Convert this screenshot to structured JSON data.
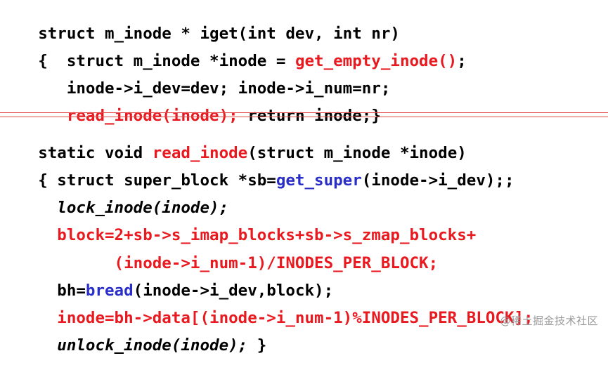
{
  "block1": {
    "line1": "struct m_inode * iget(int dev, int nr)",
    "line2": {
      "pre": "{  struct m_inode *inode = ",
      "call": "get_empty_inode()",
      "post": ";"
    },
    "line3": "   inode->i_dev=dev; inode->i_num=nr;",
    "line4": {
      "indent": "   ",
      "call": "read_inode(inode);",
      "post": " return inode;}"
    }
  },
  "block2": {
    "line1": {
      "pre": "static void ",
      "call": "read_inode",
      "post": "(struct m_inode *inode)"
    },
    "line2": {
      "pre": "{ struct super_block *sb=",
      "call": "get_super",
      "post": "(inode->i_dev);;"
    },
    "line3": "  lock_inode(inode);",
    "line4": "  block=2+sb->s_imap_blocks+sb->s_zmap_blocks+",
    "line5": "        (inode->i_num-1)/INODES_PER_BLOCK;",
    "line6": {
      "pre": "  bh=",
      "call": "bread",
      "post": "(inode->i_dev,block);"
    },
    "line7": "  inode=bh->data[(inode->i_num-1)%INODES_PER_BLOCK];",
    "line8": {
      "call": "  unlock_inode(inode);",
      "post": " }"
    }
  },
  "watermark": "@稀土掘金技术社区",
  "colors": {
    "keyword_red": "#e8191f",
    "function_blue": "#2a2ec8",
    "separator": "#e24a4a"
  }
}
